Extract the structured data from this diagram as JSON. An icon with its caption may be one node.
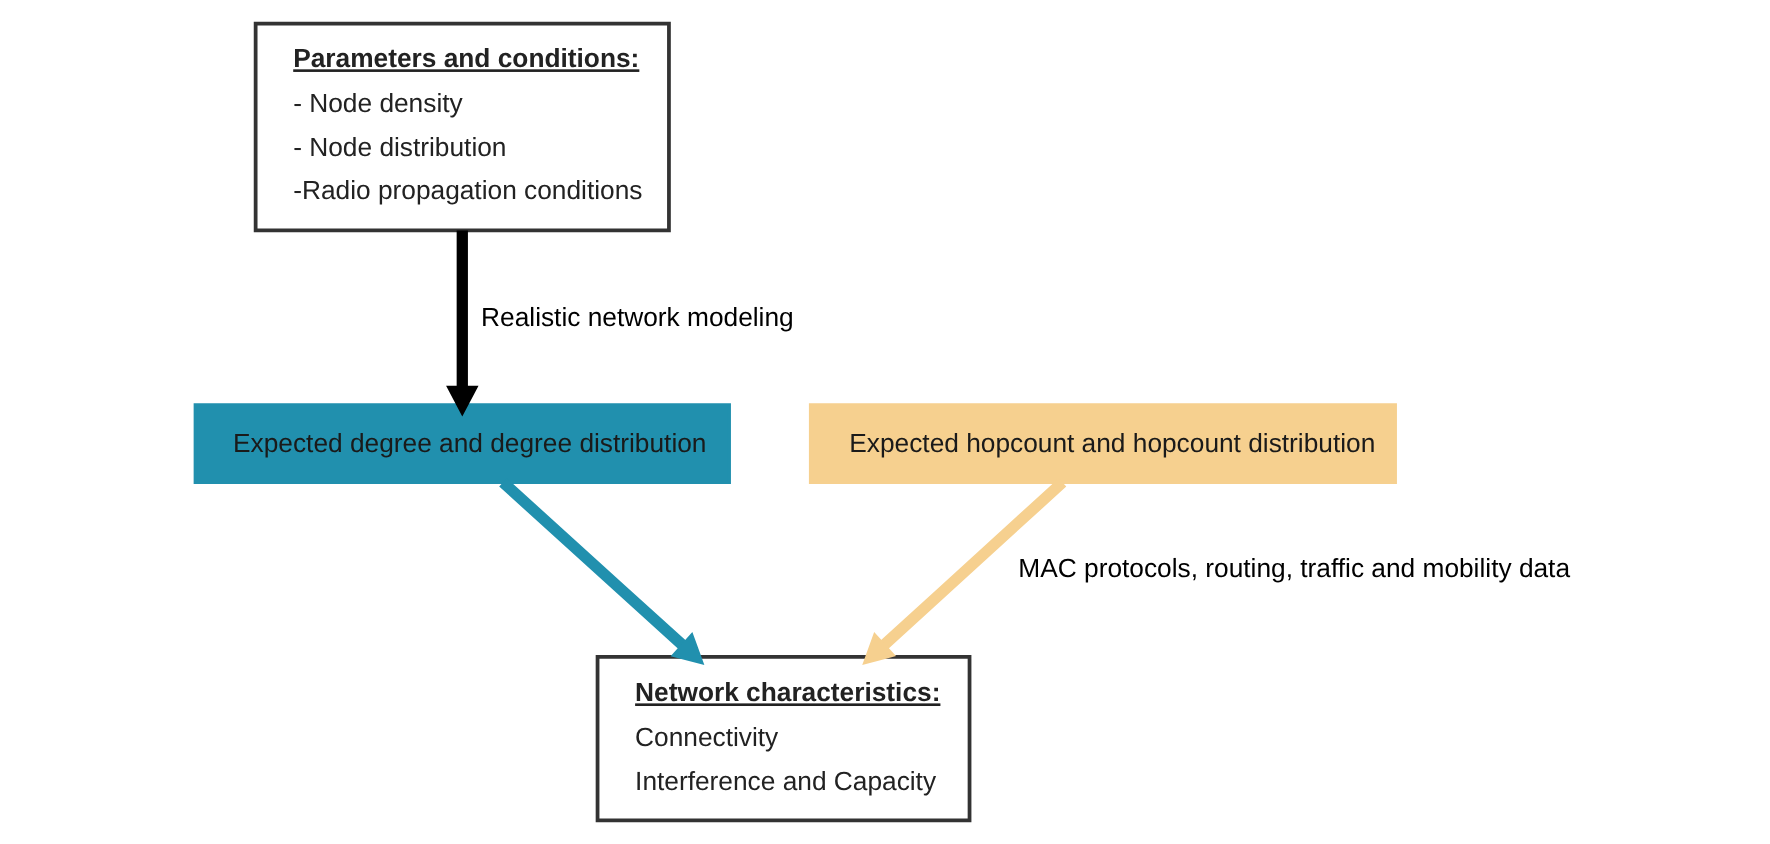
{
  "diagram": {
    "nodes": [
      {
        "text": [
          "Parameters and conditions:",
          "- Node density",
          "- Node distribution",
          "-Radio propagation conditions"
        ]
      },
      {
        "text": [
          "Expected degree and degree distribution"
        ]
      },
      {
        "text": [
          "Expected hopcount and hopcount distribution"
        ]
      },
      {
        "text": [
          "Network characteristics:",
          "Connectivity",
          "Interference and Capacity"
        ]
      }
    ],
    "edges": [
      {
        "from": 0,
        "to": 1,
        "arrow": "to",
        "label": "Realistic network modeling"
      },
      {
        "from": 1,
        "to": 3,
        "arrow": "to",
        "color": "#2190ae"
      },
      {
        "from": 2,
        "to": 3,
        "arrow": "to",
        "color": "#f6d08f",
        "label": "MAC protocols, routing, traffic and mobility data"
      }
    ]
  }
}
